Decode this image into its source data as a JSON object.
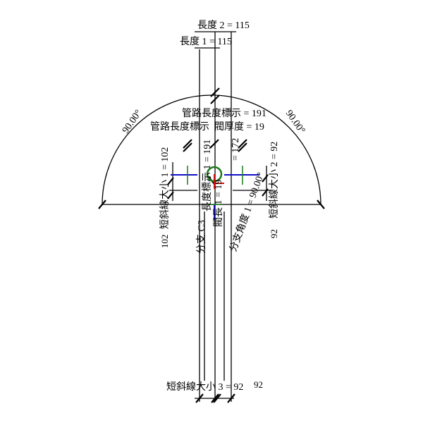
{
  "dimensions": {
    "length2": "長度 2 = 115",
    "length1": "長度 1 = 115",
    "angle_left": "90.00°",
    "angle_right": "90.00°",
    "pipe_length_label": "管路長度標示 = 191",
    "pipe_length_label_overlap": "管路長度標示",
    "valve_thickness": "閥厚度 = 19",
    "tick_size_1": "短斜線大小 1 = 102",
    "tick_size_1_extra": "102",
    "tick_size_2": "短斜線大小 2 = 92",
    "tick_size_2_extra": "92",
    "tick_size_3": "短斜線大小 3 = 92",
    "tick_size_3_extra": "92",
    "length_label_1": "長度標示 1 = 191",
    "length_label_2": "= 172",
    "branch_c3": "分支 C3",
    "branch_angle": "分支角度 1 = 90.00°",
    "valve_len": "閥長 1 = 19"
  },
  "colors": {
    "connector": "#1a7a1a",
    "axis_x": "#1010c8",
    "axis_y": "#d01010"
  }
}
